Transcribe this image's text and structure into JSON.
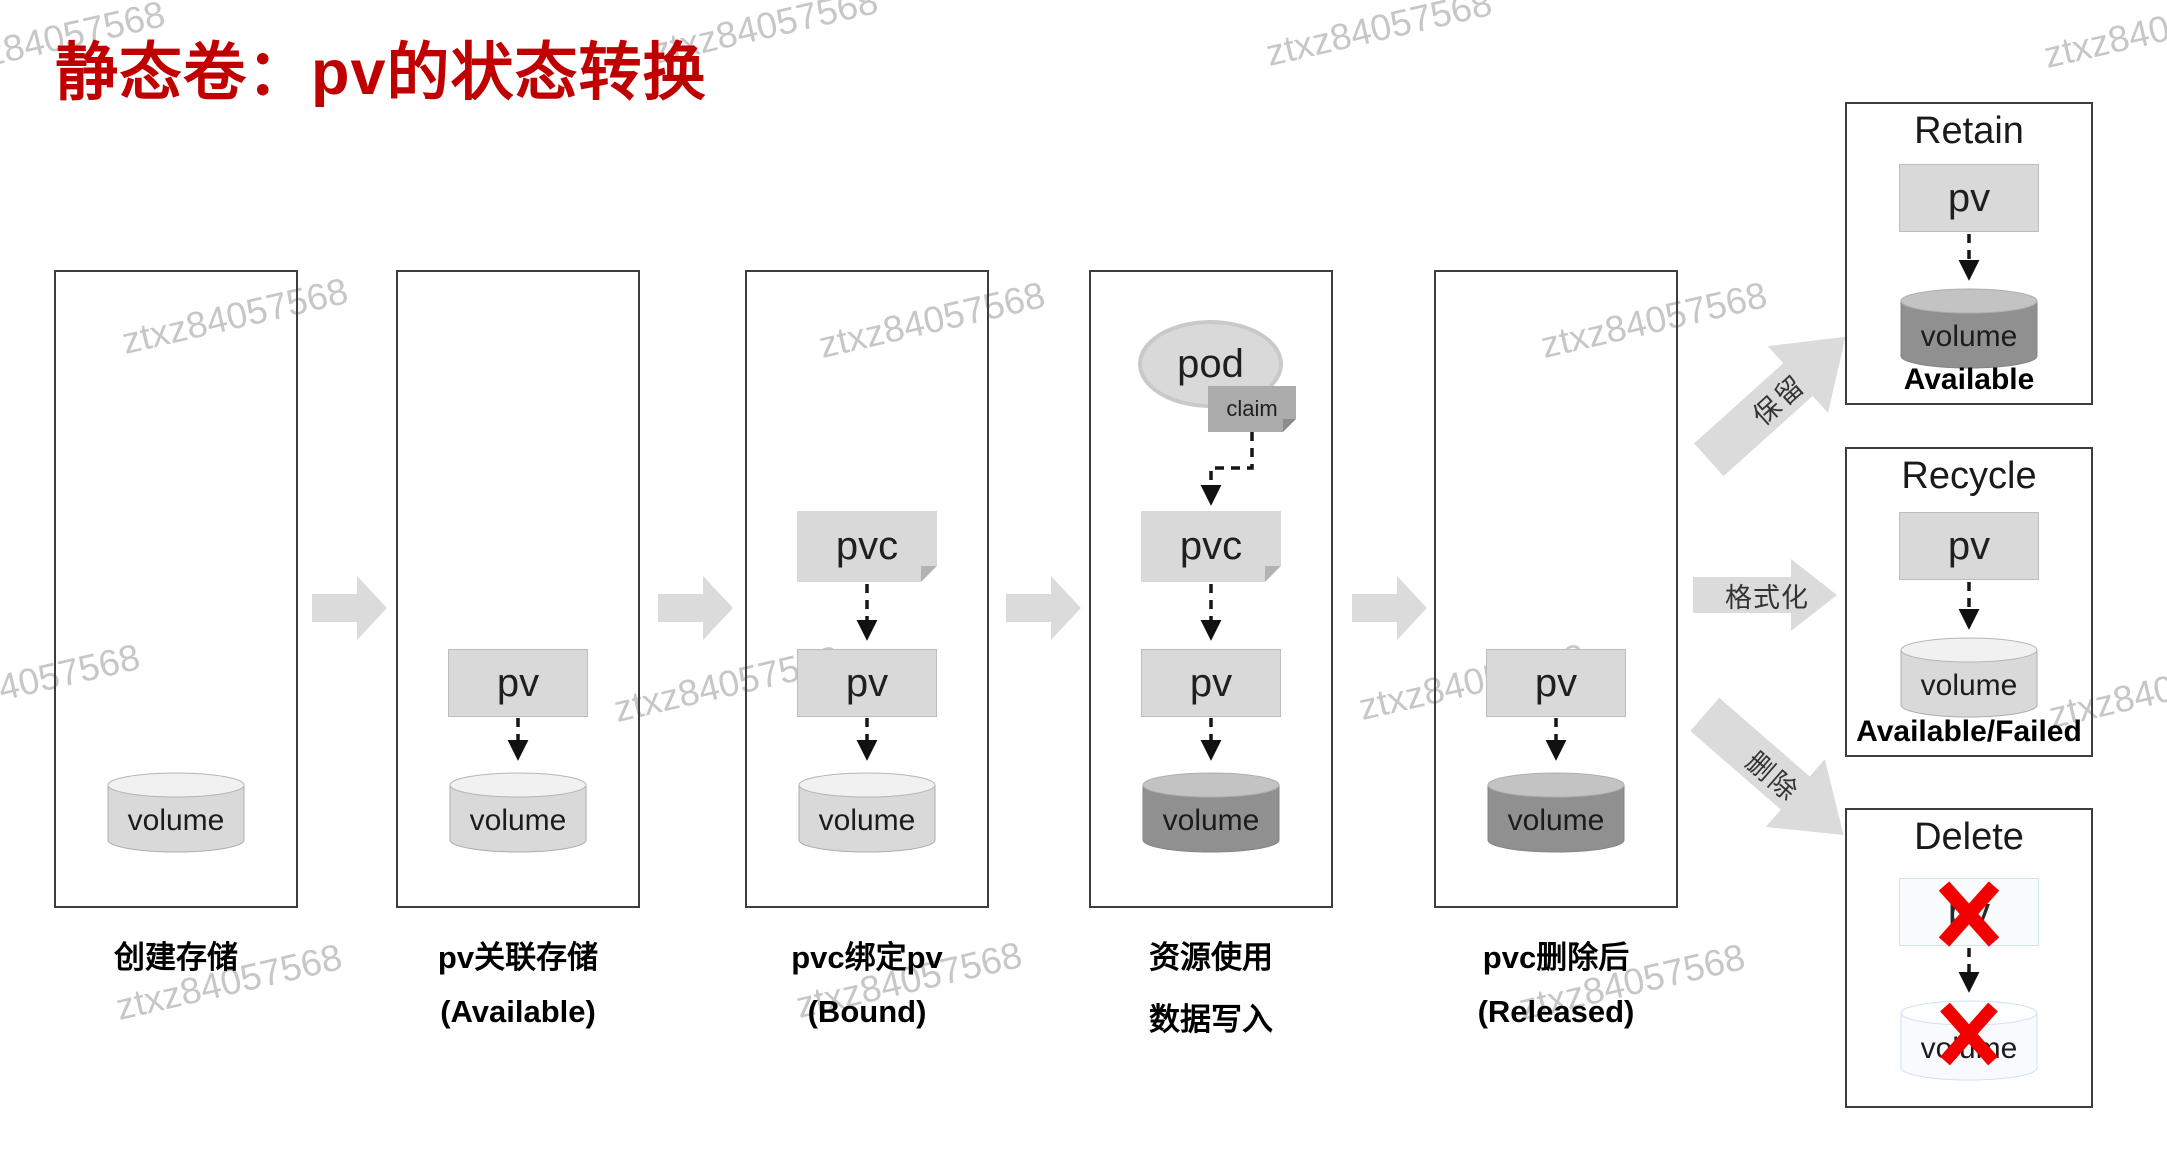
{
  "page": {
    "title": "静态卷：pv的状态转换"
  },
  "watermark": "ztxz84057568",
  "labels": {
    "pv": "pv",
    "pvc": "pvc",
    "pod": "pod",
    "claim": "claim",
    "volume": "volume"
  },
  "stages": [
    {
      "caption": "创建存储",
      "subcaption": ""
    },
    {
      "caption": "pv关联存储",
      "subcaption": "(Available)"
    },
    {
      "caption": "pvc绑定pv",
      "subcaption": "(Bound)"
    },
    {
      "caption": "资源使用",
      "subcaption": "数据写入"
    },
    {
      "caption": "pvc删除后",
      "subcaption": "(Released)"
    }
  ],
  "transitions": [
    {
      "label": "保留"
    },
    {
      "label": "格式化"
    },
    {
      "label": "删除"
    }
  ],
  "outcomes": [
    {
      "title": "Retain",
      "status": "Available"
    },
    {
      "title": "Recycle",
      "status": "Available/Failed"
    },
    {
      "title": "Delete",
      "status": ""
    }
  ],
  "colors": {
    "title_red": "#C00000",
    "node_grey": "#D9D9D9",
    "claim_grey": "#ACACAC",
    "dark_volume_grey": "#909090",
    "arrow_grey": "#DBDBDB",
    "delete_x_red": "#F20000"
  }
}
